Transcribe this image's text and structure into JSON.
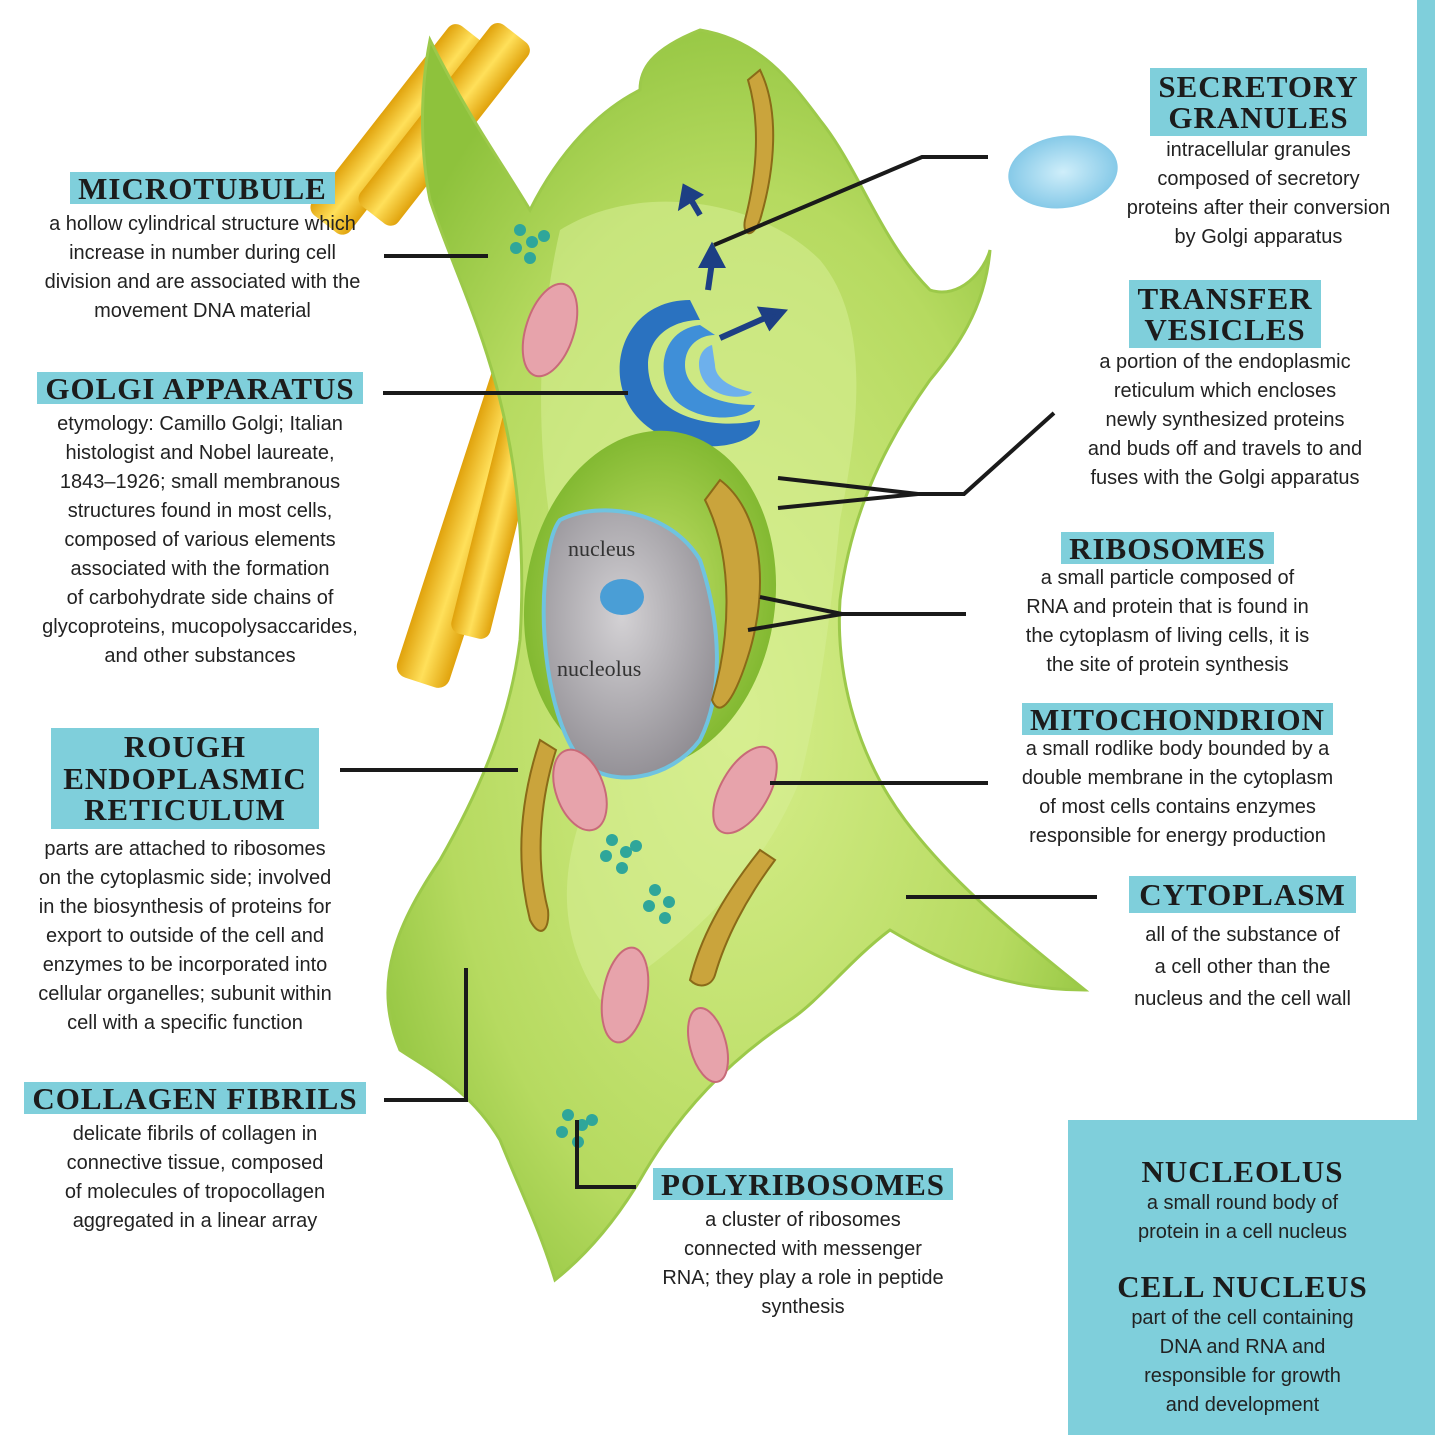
{
  "labels": {
    "microtubule": {
      "title": "MICROTUBULE",
      "lines": [
        "a hollow cylindrical structure which",
        "increase in number during cell",
        "division and are associated with the",
        "movement DNA material"
      ]
    },
    "golgi": {
      "title": "GOLGI APPARATUS",
      "lines": [
        "etymology: Camillo Golgi; Italian",
        "histologist and Nobel laureate,",
        "1843–1926; small membranous",
        "structures found in most cells,",
        "composed of various elements",
        "associated with the formation",
        "of carbohydrate side chains of",
        "glycoproteins, mucopolysaccarides,",
        "and other substances"
      ]
    },
    "rough_er": {
      "title_lines": [
        "ROUGH",
        "ENDOPLASMIC",
        "RETICULUM"
      ],
      "lines": [
        "parts are attached to ribosomes",
        "on the cytoplasmic side; involved",
        "in the biosynthesis of proteins for",
        "export to outside of the cell and",
        "enzymes to be incorporated into",
        "cellular organelles; subunit within",
        "cell with a specific function"
      ]
    },
    "collagen": {
      "title": "COLLAGEN FIBRILS",
      "lines": [
        "delicate fibrils of collagen in",
        "connective tissue, composed",
        "of molecules of tropocollagen",
        "aggregated in a linear array"
      ]
    },
    "polyribosomes": {
      "title": "POLYRIBOSOMES",
      "lines": [
        "a cluster of ribosomes",
        "connected with messenger",
        "RNA; they play a role in peptide",
        "synthesis"
      ]
    },
    "secretory": {
      "title_lines": [
        "SECRETORY",
        "GRANULES"
      ],
      "lines": [
        "intracellular granules",
        "composed of secretory",
        "proteins after their conversion",
        "by Golgi apparatus"
      ]
    },
    "transfer": {
      "title_lines": [
        "TRANSFER",
        "VESICLES"
      ],
      "lines": [
        "a portion of the endoplasmic",
        "reticulum which encloses",
        "newly synthesized proteins",
        "and buds off and travels to and",
        "fuses with the Golgi apparatus"
      ]
    },
    "ribosomes": {
      "title": "RIBOSOMES",
      "lines": [
        "a small particle composed of",
        "RNA and protein that is found in",
        "the cytoplasm of living cells, it is",
        "the site of protein synthesis"
      ]
    },
    "mitochondrion": {
      "title": "MITOCHONDRION",
      "lines": [
        "a small rodlike body bounded by a",
        "double membrane in the cytoplasm",
        "of most cells contains enzymes",
        "responsible for energy production"
      ]
    },
    "cytoplasm": {
      "title": "CYTOPLASM",
      "lines": [
        "all of the substance of",
        "a cell other than the",
        "nucleus and the cell wall"
      ]
    },
    "nucleolus": {
      "title": "NUCLEOLUS",
      "lines": [
        "a small round body of",
        "protein in a cell nucleus"
      ]
    },
    "cell_nucleus": {
      "title": "CELL NUCLEUS",
      "lines": [
        "part of the cell containing",
        "DNA and RNA and",
        "responsible for growth",
        "and development"
      ]
    }
  },
  "inner_labels": {
    "nucleus": "nucleus",
    "nucleolus": "nucleolus"
  },
  "colors": {
    "accent": "#7fcfdb",
    "cell_fill": "#b8dc6a",
    "nucleus": "#a9a6ab",
    "golgi": "#2a72c0",
    "collagen": "#f2c21c",
    "mitochondria": "#e7a3ab"
  }
}
